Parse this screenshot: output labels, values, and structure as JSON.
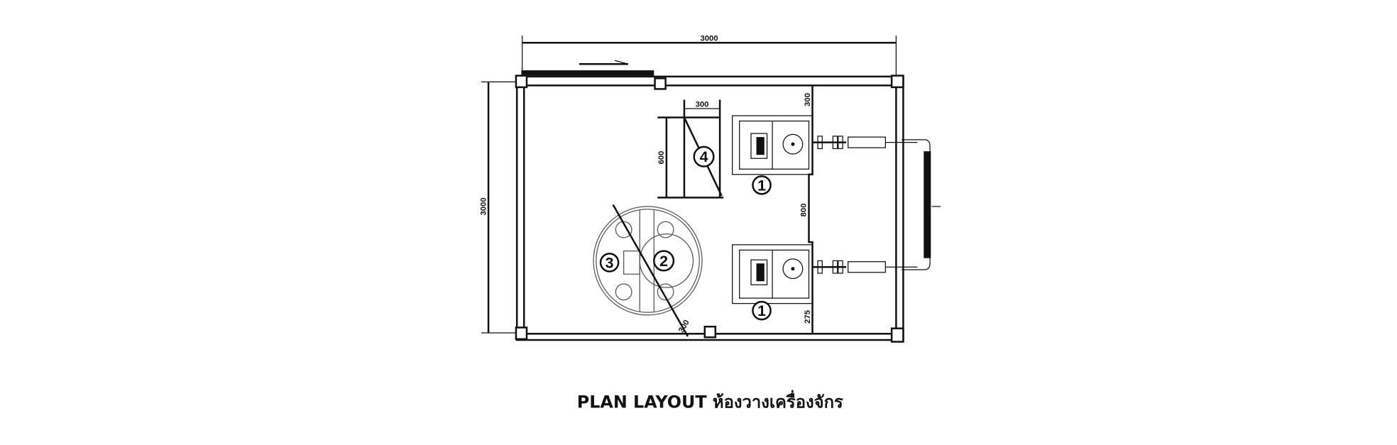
{
  "title": "PLAN LAYOUT ห้องวางเครื่องจักร",
  "dimensions": {
    "overall_width": "3000",
    "overall_depth": "3000",
    "tank_width": "300",
    "tank_length": "600",
    "pump_clear_top": "300",
    "pump_spacing": "800",
    "pump_clear_bottom": "275",
    "gap_bottom": "300"
  },
  "equipment_labels": {
    "pump_1a": "1",
    "pump_1b": "1",
    "tank_2": "2",
    "unit_3": "3",
    "unit_4": "4"
  }
}
